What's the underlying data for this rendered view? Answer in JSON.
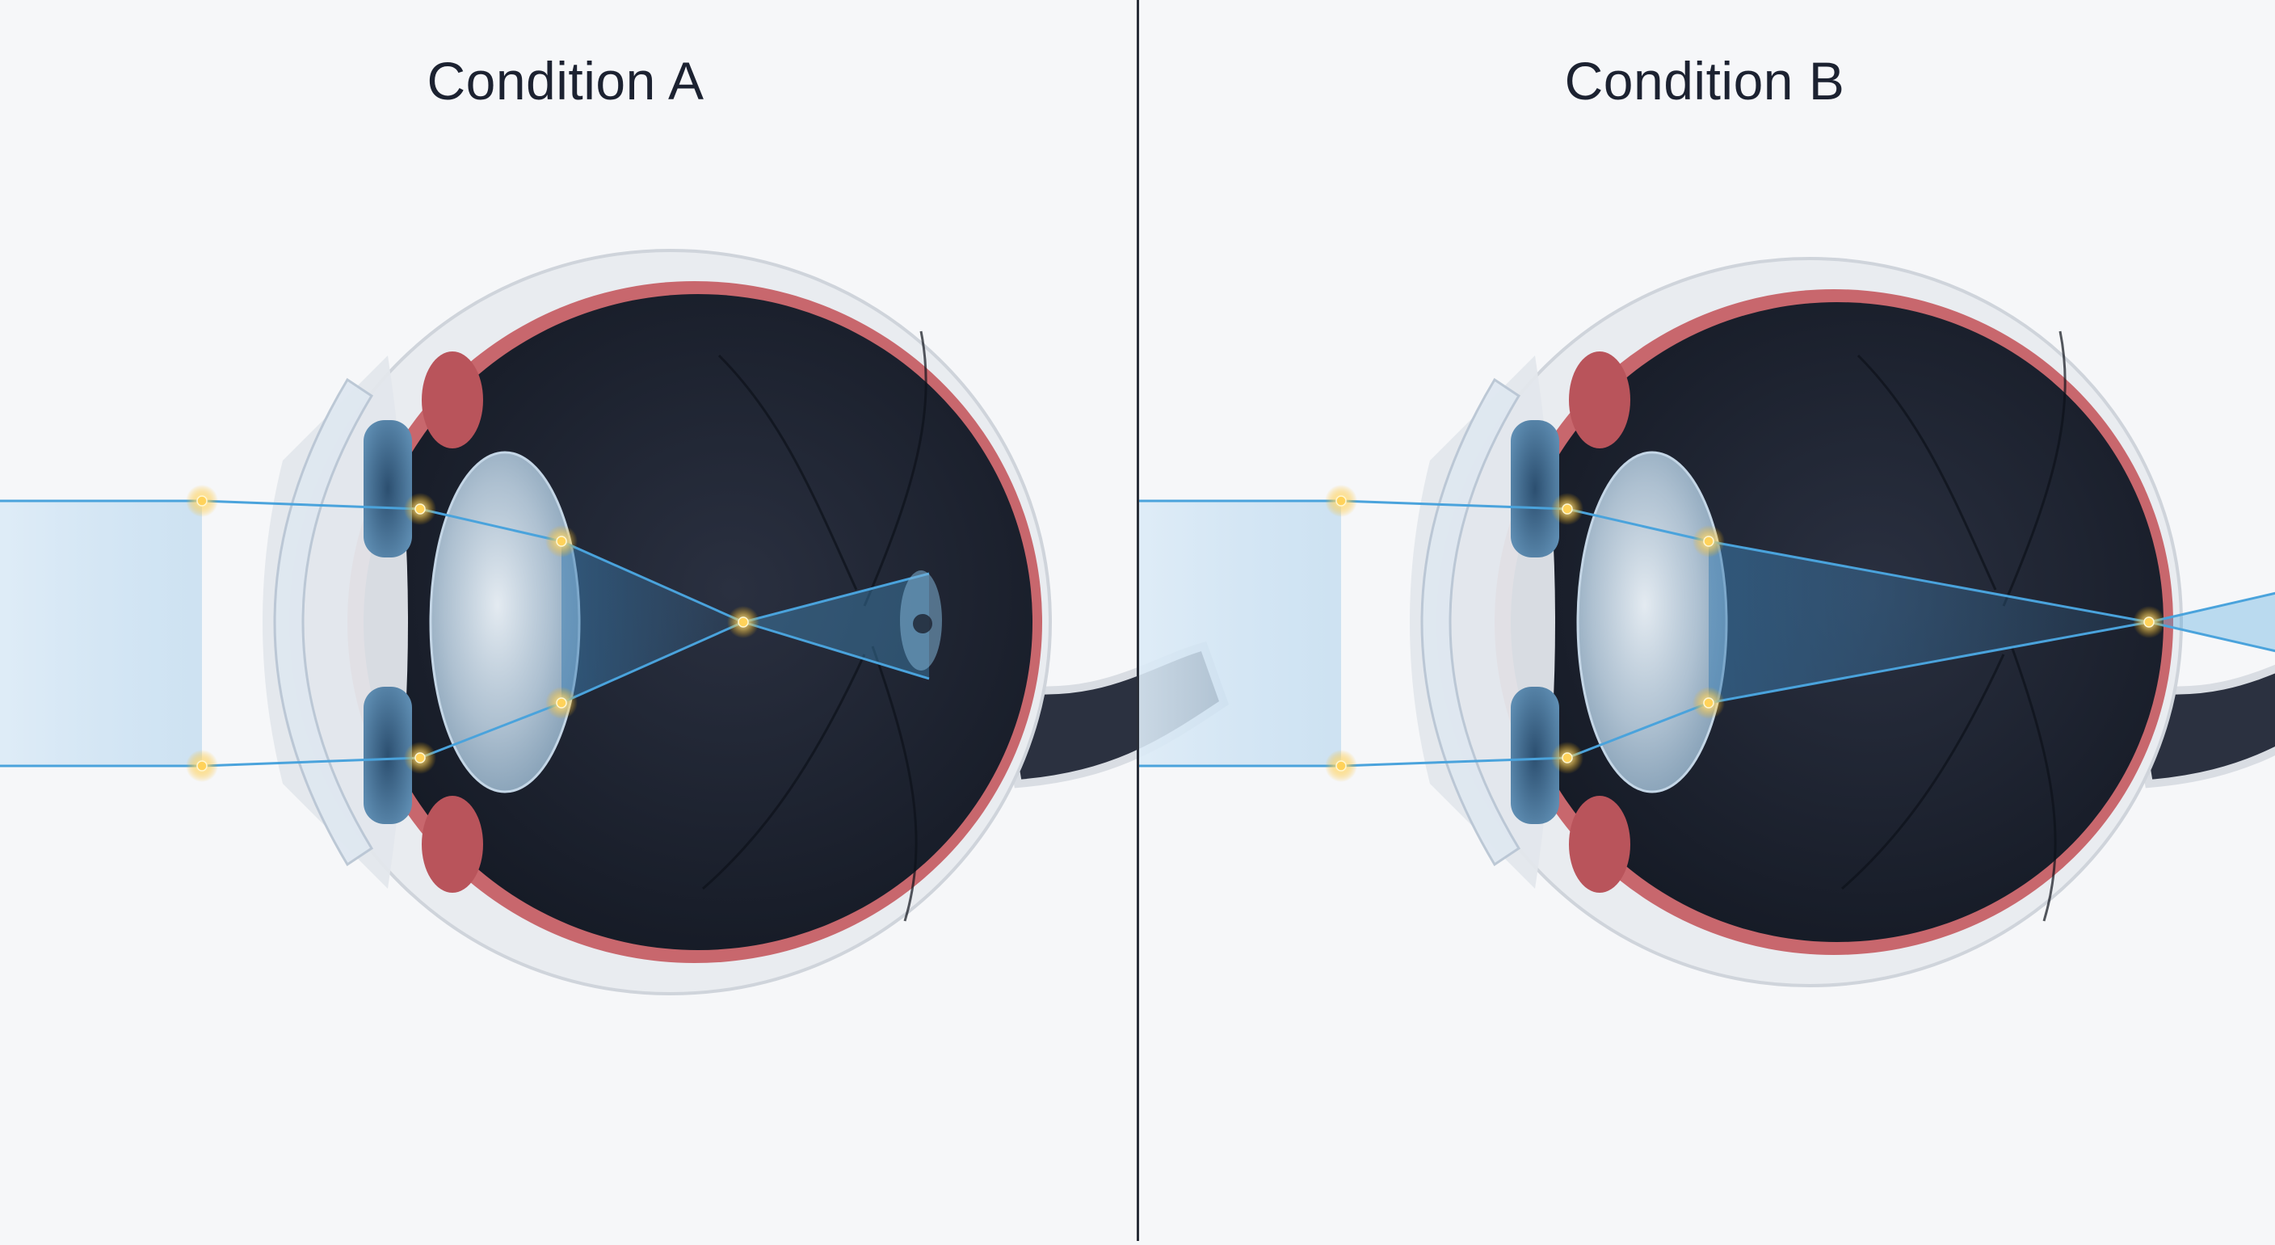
{
  "panels": [
    {
      "id": "a",
      "title": "Condition A",
      "focus": "in front of retina"
    },
    {
      "id": "b",
      "title": "Condition B",
      "focus": "extended past retina"
    }
  ],
  "colors": {
    "background": "#f6f7f9",
    "sclera": "#e9ecf0",
    "choroid": "#c8676d",
    "vitreous": "#1c2230",
    "light_ray": "#4aa3dc",
    "focal_point": "#ffd25a",
    "divider": "#2a2f3a"
  }
}
